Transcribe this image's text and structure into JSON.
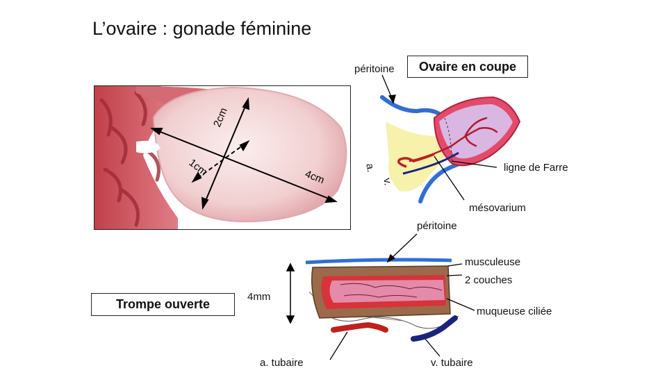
{
  "title": "L’ovaire : gonade féminine",
  "ovary_photo": {
    "dimensions": {
      "width": "4cm",
      "height": "2cm",
      "depth": "1cm"
    }
  },
  "section_diagram": {
    "title": "Ovaire en coupe",
    "labels": {
      "peritoine": "péritoine",
      "ligne_farre": "ligne de Farre",
      "mesovarium": "mésovarium",
      "artery": "a.",
      "vein": "v."
    }
  },
  "tube_diagram": {
    "title": "Trompe ouverte",
    "labels": {
      "peritoine": "péritoine",
      "musculeuse": "musculeuse",
      "couches": "2 couches",
      "muqueuse": "muqueuse ciliée",
      "artery": "a. tubaire",
      "vein": "v. tubaire",
      "thickness": "4mm"
    }
  },
  "colors": {
    "peritoneum": "#2f6fd6",
    "artery": "#c0201c",
    "vein": "#1a237e",
    "mucosa": "#e58aa8",
    "muscle": "#8a5a3c",
    "ovary_tissue": "#f3d6d6"
  }
}
